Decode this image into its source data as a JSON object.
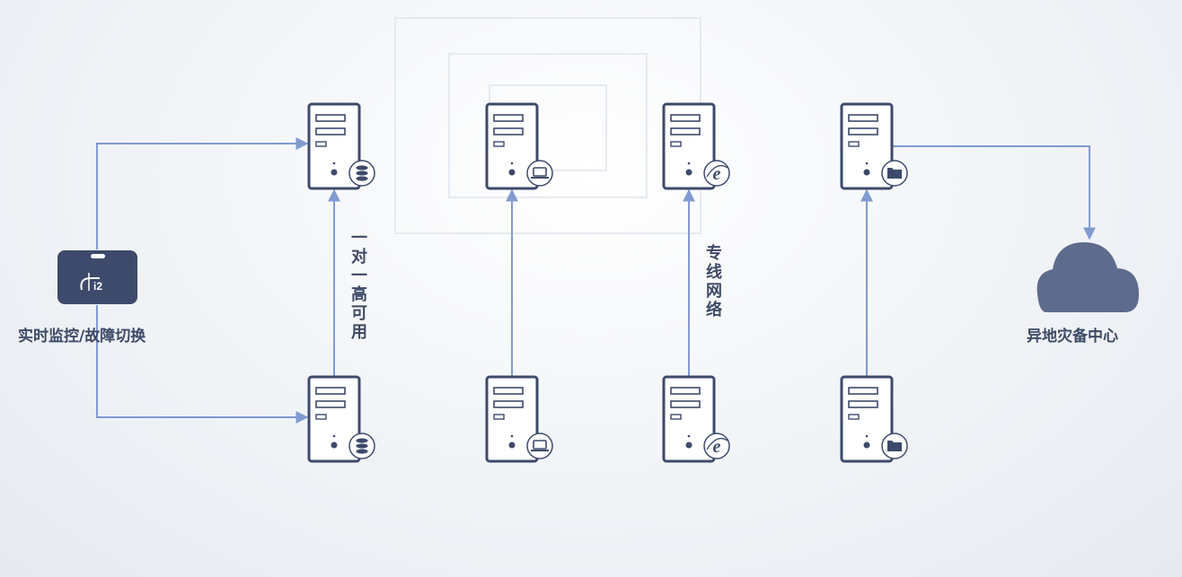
{
  "labels": {
    "monitor": "实时监控/故障切换",
    "ha": "一对一高可用",
    "network": "专线网络",
    "dr": "异地灾备中心"
  },
  "monitor_logo_text": "i2",
  "columns": [
    {
      "badge": "database-icon"
    },
    {
      "badge": "laptop-icon"
    },
    {
      "badge": "browser-e-icon"
    },
    {
      "badge": "folder-icon"
    }
  ],
  "colors": {
    "server": "#3d4a6b",
    "connector": "#7f9bd0",
    "cloud": "#5d6b8d",
    "monitor": "#3d4a6b"
  }
}
